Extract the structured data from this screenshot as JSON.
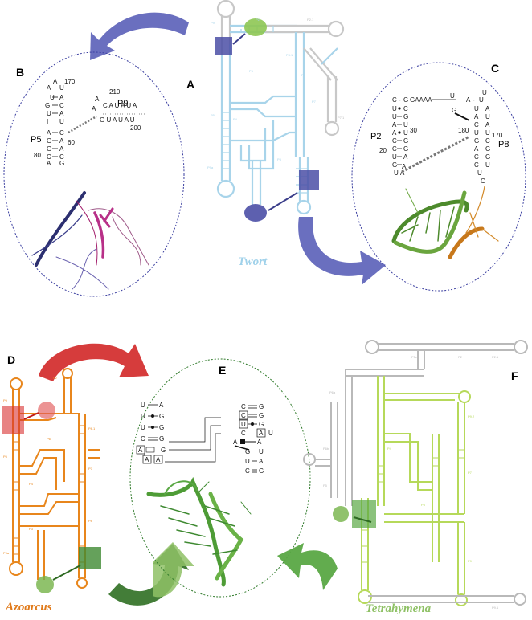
{
  "panels": {
    "A": "A",
    "B": "B",
    "C": "C",
    "D": "D",
    "E": "E",
    "F": "F"
  },
  "organisms": {
    "twort": "Twort",
    "azoarcus": "Azoarcus",
    "tetrahymena": "Tetrahymena"
  },
  "colors": {
    "twort": "#a8d4ea",
    "azoarcus": "#e8861c",
    "tetrahymena": "#b6d95a",
    "grey": "#b9b9b9",
    "blue_accent": "#4b4fa6",
    "red_accent": "#d12a2a",
    "green_accent": "#3f8a32"
  },
  "panel_b": {
    "helix_p5": "P5",
    "helix_p9": "P9",
    "num_170": "170",
    "num_210": "210",
    "num_200": "200",
    "num_60": "60",
    "num_80": "80",
    "left_strand": [
      "A",
      "A",
      "U",
      "G",
      "U",
      "I",
      "A",
      "G",
      "G",
      "C",
      "A"
    ],
    "right_strand": [
      "U",
      "A",
      "C",
      "A",
      "U",
      "C",
      "A",
      "A",
      "C",
      "G"
    ],
    "p9_top": "C A U A U A",
    "p9_bottom": "G U A U A U",
    "p9_left_top": "A",
    "p9_left_bottom": "A"
  },
  "panel_c": {
    "helix_p2": "P2",
    "helix_p8": "P8",
    "num_30": "30",
    "num_20": "20",
    "num_180": "180",
    "num_170": "170",
    "top_loop": "GAAAA",
    "left_strand": [
      "C",
      "U",
      "U",
      "A",
      "A",
      "C",
      "C",
      "U",
      "G",
      "U"
    ],
    "left_pair": [
      "G",
      "C",
      "G",
      "U",
      "U",
      "G",
      "G",
      "A",
      "A",
      "A"
    ],
    "right_strand": [
      "U",
      "A",
      "C",
      "U",
      "G",
      "A",
      "C",
      "C",
      "U"
    ],
    "right_pair": [
      "A",
      "U",
      "A",
      "U",
      "C",
      "G",
      "G",
      "U",
      "C"
    ],
    "loop_top_U": "U",
    "loop_g": "G"
  },
  "panel_e": {
    "left_stack": [
      {
        "l": "U",
        "bond": "dash",
        "r": "A"
      },
      {
        "l": "U",
        "bond": "dot",
        "r": "G"
      },
      {
        "l": "U",
        "bond": "dot",
        "r": "G"
      },
      {
        "l": "C",
        "bond": "double",
        "r": "G"
      }
    ],
    "right_stack": [
      {
        "l": "C",
        "bond": "double",
        "r": "G"
      },
      {
        "l": "C",
        "bond": "double",
        "r": "G"
      },
      {
        "l": "U",
        "bond": "dot",
        "r": "G"
      },
      {
        "l": "C",
        "bond": "dot",
        "r": "A"
      },
      {
        "l": "A",
        "bond": "square",
        "r": "A"
      },
      {
        "l": "G",
        "bond": "none",
        "r": "U"
      },
      {
        "l": "U",
        "bond": "dash",
        "r": "A"
      },
      {
        "l": "C",
        "bond": "double",
        "r": "G"
      }
    ],
    "bottom_left": [
      "A",
      "G",
      "A",
      "A"
    ],
    "u_prime": "U"
  },
  "sec_labels": {
    "twort": [
      "P9",
      "P8",
      "P5",
      "P6",
      "P4",
      "P3",
      "P7",
      "P2",
      "P2.1",
      "P8.1",
      "P7.1",
      "P9a"
    ],
    "azoarcus": [
      "P9",
      "P2",
      "P5",
      "P6",
      "P4",
      "P3",
      "P7",
      "P8",
      "P8.1",
      "P9a"
    ],
    "tetrahymena": [
      "P6a",
      "P6b",
      "P5",
      "P4",
      "P3",
      "P7",
      "P9",
      "P9.1",
      "P2",
      "P2.1",
      "P9.2",
      "P5c"
    ]
  }
}
